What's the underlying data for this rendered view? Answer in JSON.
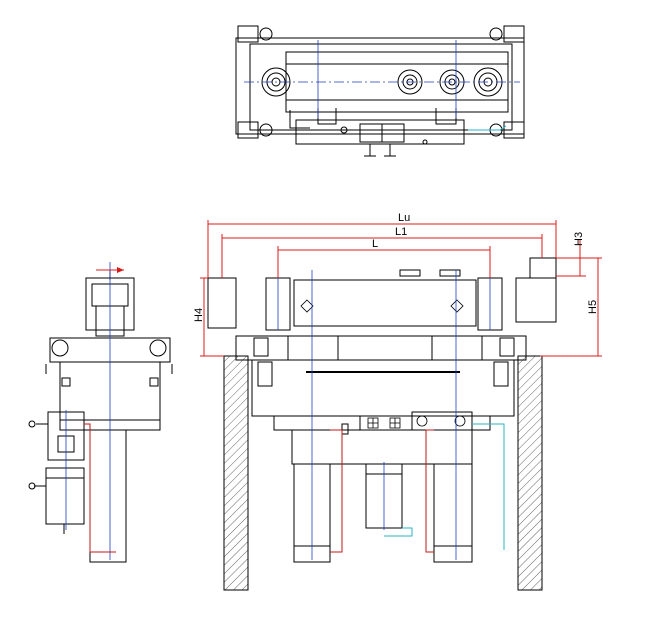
{
  "colors": {
    "line": "#000000",
    "center_line": "#1f3fbf",
    "dimension": "#d81c1c",
    "hydraulic_cyan": "#28b4c8",
    "hydraulic_red": "#c01818",
    "hatch": "#555555"
  },
  "dimensions": {
    "lu": "Lu",
    "l1": "L1",
    "l": "L",
    "h3": "H3",
    "h4": "H4",
    "h5": "H5"
  }
}
